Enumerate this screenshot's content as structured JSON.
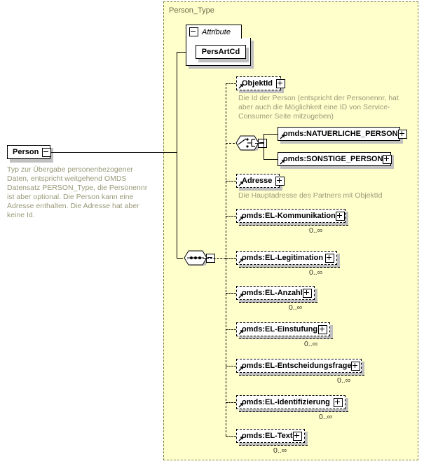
{
  "diagram": {
    "kind": "xsd-schema-diagram",
    "root_element": {
      "name": "Person",
      "expander": "minus",
      "annotation": "Typ zur Übergabe personenbezogener Daten, entspricht weitgehend OMDS Datensatz PERSON_Type, die Personennr ist aber optional. Die Person kann eine Adresse enthalten. Die Adresse hat aber keine Id."
    },
    "type_container": {
      "title": "Person_Type"
    },
    "attribute_group": {
      "tab_label": "Attribute",
      "tab_expander": "minus",
      "attributes": [
        {
          "name": "PersArtCd"
        }
      ]
    },
    "choice_node": {
      "icon": "choice-compositor-icon",
      "expander": "minus",
      "options": [
        {
          "name": "omds:NATUERLICHE_PERSON",
          "expander": "plus",
          "occurrence": ""
        },
        {
          "name": "omds:SONSTIGE_PERSON",
          "expander": "plus",
          "occurrence": ""
        }
      ]
    },
    "sequence_node": {
      "icon": "sequence-compositor-icon",
      "expander": "minus"
    },
    "elements": [
      {
        "name": "ObjektId",
        "expander": "plus",
        "optional": true,
        "repeating": false,
        "occurrence": "",
        "annotation": "Die Id der Person (entspricht der Personennr, hat aber auch die Möglichkeit eine ID von Service-Consumer Seite mitzugeben)"
      },
      {
        "name": "Adresse",
        "expander": "plus",
        "optional": true,
        "repeating": false,
        "occurrence": "",
        "annotation": "Die Hauptadresse des Partners mit ObjektId"
      },
      {
        "name": "omds:EL-Kommunikation",
        "expander": "plus",
        "optional": true,
        "repeating": true,
        "occurrence": "0..∞",
        "annotation": ""
      },
      {
        "name": "omds:EL-Legitimation",
        "expander": "plus",
        "optional": true,
        "repeating": true,
        "occurrence": "0..∞",
        "annotation": ""
      },
      {
        "name": "omds:EL-Anzahl",
        "expander": "plus",
        "optional": true,
        "repeating": true,
        "occurrence": "0..∞",
        "annotation": ""
      },
      {
        "name": "omds:EL-Einstufung",
        "expander": "plus",
        "optional": true,
        "repeating": true,
        "occurrence": "0..∞",
        "annotation": ""
      },
      {
        "name": "omds:EL-Entscheidungsfrage",
        "expander": "plus",
        "optional": true,
        "repeating": true,
        "occurrence": "0..∞",
        "annotation": ""
      },
      {
        "name": "omds:EL-Identifizierung",
        "expander": "plus",
        "optional": true,
        "repeating": true,
        "occurrence": "0..∞",
        "annotation": ""
      },
      {
        "name": "omds:EL-Text",
        "expander": "plus",
        "optional": true,
        "repeating": true,
        "occurrence": "0..∞",
        "annotation": ""
      }
    ],
    "colors": {
      "container_bg": "#ffffcc",
      "container_border": "#808040",
      "node_bg": "#ffffff",
      "node_border": "#000000",
      "annotation_text": "#9a9a7a",
      "title_text": "#6b6b4a",
      "shadow": "#c0c0c0"
    }
  }
}
